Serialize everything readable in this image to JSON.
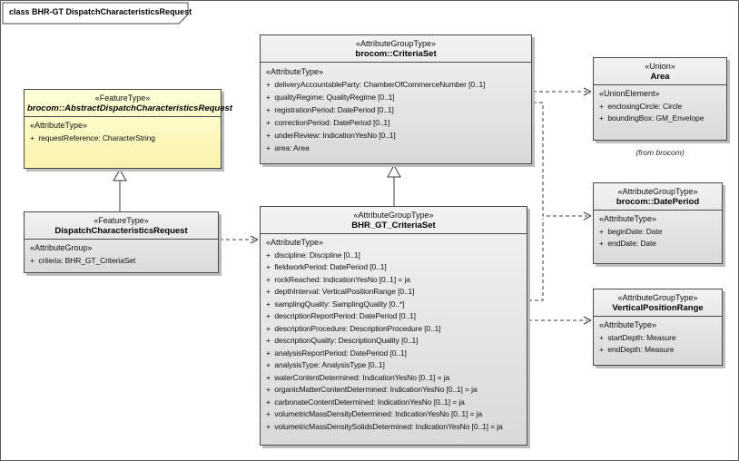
{
  "frame": {
    "title": "class BHR-GT DispatchCharacteristicsRequest"
  },
  "classes": {
    "abstractRequest": {
      "stereotype": "«FeatureType»",
      "name": "brocom::AbstractDispatchCharacteristicsRequest",
      "attrStereotype": "«AttributeType»",
      "attributes": [
        "+  requestReference: CharacterString"
      ]
    },
    "dispatchRequest": {
      "stereotype": "«FeatureType»",
      "name": "DispatchCharacteristicsRequest",
      "attrStereotype": "«AttributeGroup»",
      "attributes": [
        "+  criteria: BHR_GT_CriteriaSet"
      ]
    },
    "brocomCriteriaSet": {
      "stereotype": "«AttributeGroupType»",
      "name": "brocom::CriteriaSet",
      "attrStereotype": "«AttributeType»",
      "attributes": [
        "+  deliveryAccountableParty: ChamberOfCommerceNumber [0..1]",
        "+  qualityRegime: QualityRegime [0..1]",
        "+  registrationPeriod: DatePeriod [0..1]",
        "+  correctionPeriod: DatePeriod [0..1]",
        "+  underReview: IndicationYesNo [0..1]",
        "+  area: Area"
      ]
    },
    "bhrGtCriteriaSet": {
      "stereotype": "«AttributeGroupType»",
      "name": "BHR_GT_CriteriaSet",
      "attrStereotype": "«AttributeType»",
      "attributes": [
        "+  discipline: Discipline [0..1]",
        "+  fieldworkPeriod: DatePeriod [0..1]",
        "+  rockReached: IndicationYesNo [0..1] = ja",
        "+  depthInterval: VerticalPositionRange [0..1]",
        "+  samplingQuality: SamplingQuality [0..*]",
        "+  descriptionReportPeriod: DatePeriod [0..1]",
        "+  descriptionProcedure: DescriptionProcedure [0..1]",
        "+  descriptionQuality: DescriptionQuality [0..1]",
        "+  analysisReportPeriod: DatePeriod [0..1]",
        "+  analysisType: AnalysisType [0..1]",
        "+  waterContentDetermined: IndicationYesNo [0..1] = ja",
        "+  organicMatterContentDetermined: IndicationYesNo [0..1] = ja",
        "+  carbonateContentDetermined: IndicationYesNo [0..1] = ja",
        "+  volumetricMassDensityDetermined: IndicationYesNo [0..1] = ja",
        "+  volumetricMassDensitySolidsDetermined: IndicationYesNo [0..1] = ja"
      ]
    },
    "area": {
      "stereotype": "«Union»",
      "name": "Area",
      "attrStereotype": "«UnionElement»",
      "attributes": [
        "+  enclosingCircle: Circle",
        "+  boundingBox: GM_Envelope"
      ],
      "fromNote": "(from brocom)"
    },
    "datePeriod": {
      "stereotype": "«AttributeGroupType»",
      "name": "brocom::DatePeriod",
      "attrStereotype": "«AttributeType»",
      "attributes": [
        "+  beginDate: Date",
        "+  endDate: Date"
      ]
    },
    "verticalPositionRange": {
      "stereotype": "«AttributeGroupType»",
      "name": "VerticalPositionRange",
      "attrStereotype": "«AttributeType»",
      "attributes": [
        "+  startDepth: Measure",
        "+  endDepth: Measure"
      ]
    }
  },
  "colors": {
    "featureTypeFill": "#fdf6b5",
    "classFill": "#e4e4e4",
    "border": "#4a4a4a",
    "shadow": "#bcbcbc",
    "line": "#3a3a3a"
  }
}
